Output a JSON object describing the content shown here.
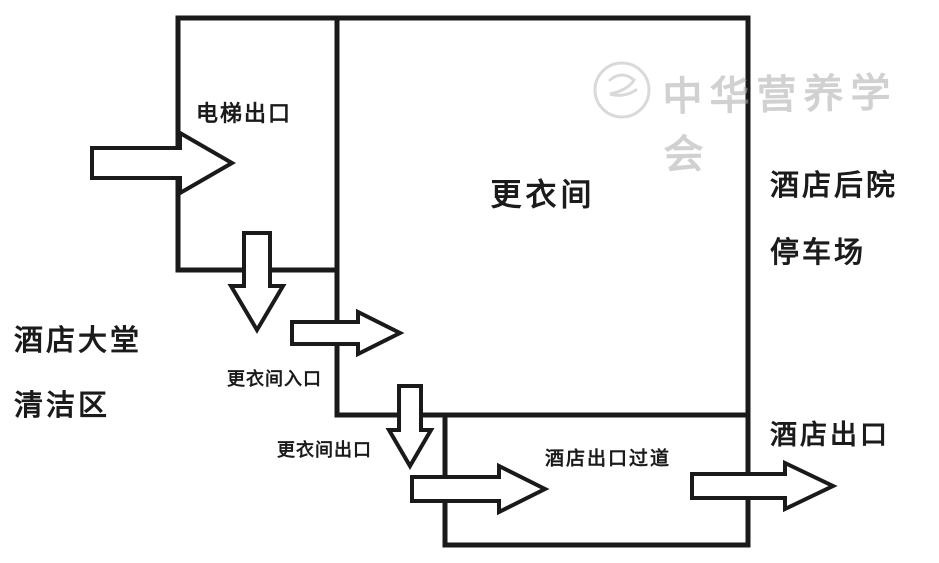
{
  "rooms": {
    "elevator_exit": "电梯出口",
    "changing_room": "更衣间",
    "exit_passage": "酒店出口过道"
  },
  "areas": {
    "left_line1": "酒店大堂",
    "left_line2": "清洁区",
    "right_line1": "酒店后院",
    "right_line2": "停车场",
    "hotel_exit": "酒店出口"
  },
  "doors": {
    "changing_room_entrance": "更衣间入口",
    "changing_room_exit": "更衣间出口"
  },
  "watermark": {
    "text": "中华营养学会"
  },
  "colors": {
    "line": "#1a1a1a",
    "arrow_fill": "#ffffff",
    "background": "#ffffff",
    "watermark": "#adadad"
  }
}
